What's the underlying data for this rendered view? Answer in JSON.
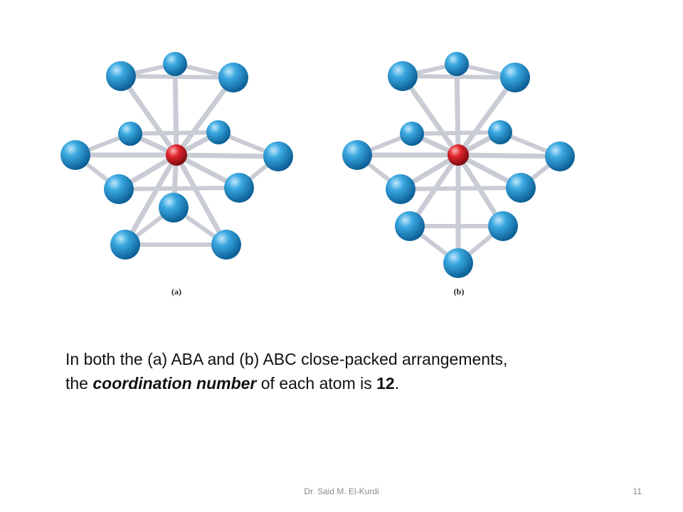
{
  "figure": {
    "label_a": "(a)",
    "label_b": "(b)"
  },
  "caption": {
    "line1": "In both the (a) ABA and (b) ABC close-packed arrangements,",
    "line2_prefix": "the ",
    "line2_emphasis": "coordination number",
    "line2_middle": " of each atom is ",
    "line2_value": "12",
    "line2_suffix": "."
  },
  "footer": {
    "author": "Dr. Said M. El-Kurdi",
    "page_number": "11"
  },
  "colors": {
    "atom": "#2a9fd8",
    "center_atom": "#e0242c",
    "bond": "#c9ccd4"
  }
}
